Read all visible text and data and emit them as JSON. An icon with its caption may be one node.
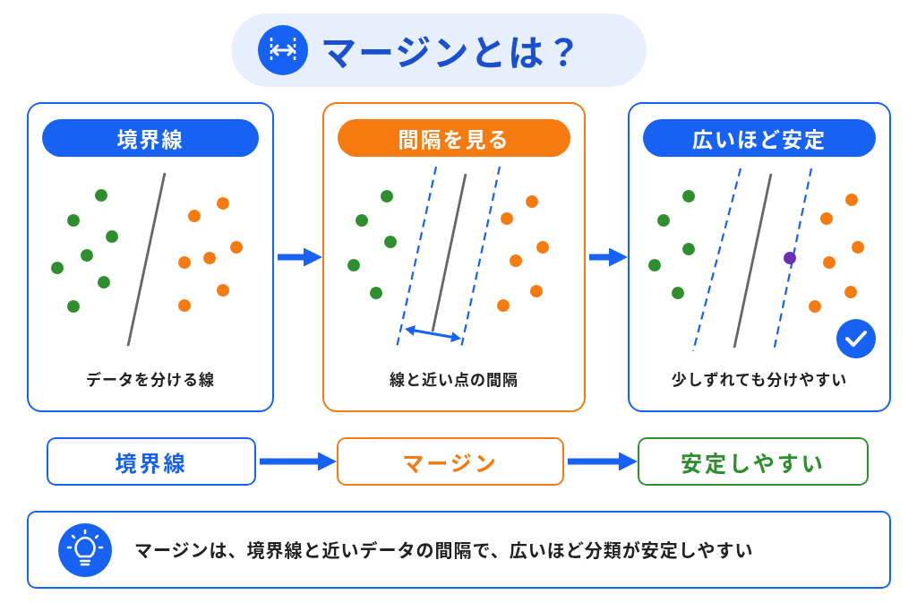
{
  "diagram": {
    "title": "マージンとは？",
    "nodes": [
      {
        "text": [
          "境界線",
          "データを分ける線"
        ]
      },
      {
        "text": [
          "間隔を見る",
          "線と近い点の間隔"
        ]
      },
      {
        "text": [
          "広いほど安定",
          "少しずれても分けやすい"
        ]
      },
      {
        "text": [
          "境界線"
        ]
      },
      {
        "text": [
          "マージン"
        ]
      },
      {
        "text": [
          "安定しやすい"
        ]
      },
      {
        "text": [
          "マージンは、境界線と近いデータの間隔で、広いほど分類が安定しやすい"
        ]
      }
    ],
    "edges": [
      {
        "from": 0,
        "to": 1,
        "arrow": "to"
      },
      {
        "from": 1,
        "to": 2,
        "arrow": "to"
      },
      {
        "from": 3,
        "to": 4,
        "arrow": "to"
      },
      {
        "from": 4,
        "to": 5,
        "arrow": "to"
      }
    ]
  }
}
